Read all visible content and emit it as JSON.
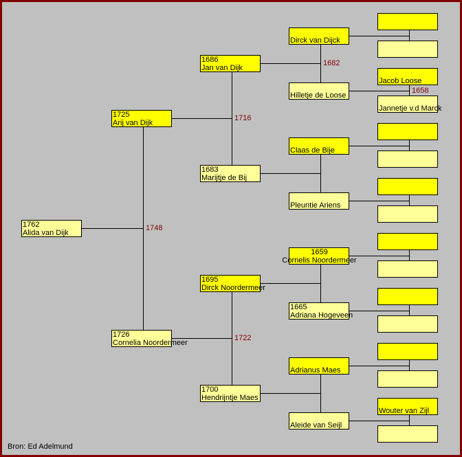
{
  "colors": {
    "male": "#ffff00",
    "female": "#ffff99",
    "marriage": "#800000",
    "frame": "#800000"
  },
  "generations": [
    [
      {
        "year": "1762",
        "name": "Alida van Dijk"
      }
    ],
    [
      {
        "year": "1725",
        "name": "Arij van Dijk"
      },
      {
        "year": "1726",
        "name": "Cornelia Noordermeer"
      }
    ],
    [
      {
        "year": "1686",
        "name": "Jan van Dijk"
      },
      {
        "year": "1683",
        "name": "Marijtje de Bij"
      },
      {
        "year": "1695",
        "name": "Dirck Noordermeer"
      },
      {
        "year": "1700",
        "name": "Hendrijntje Maes"
      }
    ],
    [
      {
        "year": "",
        "name": "Dirck van Dijck"
      },
      {
        "year": "",
        "name": "Hilletje de Loose"
      },
      {
        "year": "",
        "name": "Claas de Bije"
      },
      {
        "year": "",
        "name": "Pleuntie Ariens"
      },
      {
        "year": "1659",
        "name": "Cornelis Noordermeer"
      },
      {
        "year": "1665",
        "name": "Adriana Hogeveen"
      },
      {
        "year": "",
        "name": "Adrianus Maes"
      },
      {
        "year": "",
        "name": "Aleide van Seijl"
      }
    ],
    [
      {
        "year": "",
        "name": ""
      },
      {
        "year": "",
        "name": ""
      },
      {
        "year": "",
        "name": "Jacob Loose"
      },
      {
        "year": "",
        "name": "Jannetje v.d Marck"
      },
      {
        "year": "",
        "name": ""
      },
      {
        "year": "",
        "name": ""
      },
      {
        "year": "",
        "name": ""
      },
      {
        "year": "",
        "name": ""
      },
      {
        "year": "",
        "name": ""
      },
      {
        "year": "",
        "name": ""
      },
      {
        "year": "",
        "name": ""
      },
      {
        "year": "",
        "name": ""
      },
      {
        "year": "",
        "name": ""
      },
      {
        "year": "",
        "name": ""
      },
      {
        "year": "",
        "name": "Wouter van Zijl"
      },
      {
        "year": "",
        "name": ""
      }
    ]
  ],
  "marriages": [
    {
      "gen": 0,
      "index": 0,
      "year": "1748"
    },
    {
      "gen": 1,
      "index": 0,
      "year": "1716"
    },
    {
      "gen": 1,
      "index": 1,
      "year": "1722"
    },
    {
      "gen": 2,
      "index": 0,
      "year": "1682"
    },
    {
      "gen": 3,
      "index": 1,
      "year": "1658"
    }
  ],
  "footer": {
    "source": "Bron: Ed Adelmund"
  }
}
